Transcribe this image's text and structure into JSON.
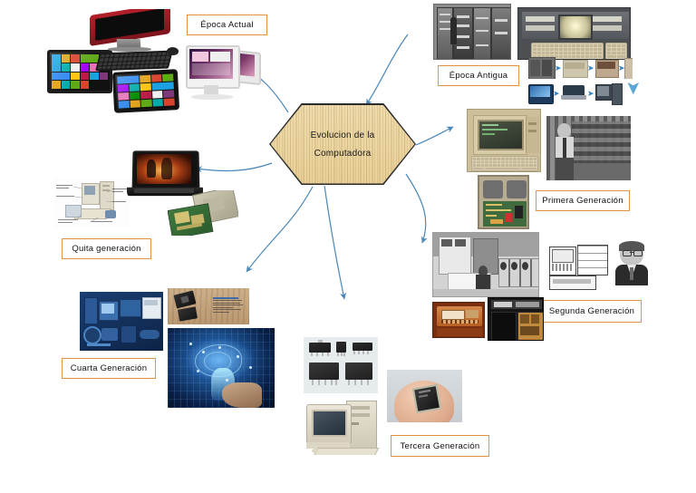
{
  "document": {
    "title": "Evolucion de la Computadora",
    "type": "mind-map",
    "background": "#ffffff",
    "accent_border": "#df9344",
    "arrow_color": "#4a87b8",
    "hexagon_fill": "#ecd7a4",
    "hexagon_border": "#2b2b2b"
  },
  "center": {
    "line1": "Evolucion de la",
    "line2": "Computadora"
  },
  "labels": [
    {
      "id": "epoca-actual",
      "text": "Época Actual"
    },
    {
      "id": "epoca-antigua",
      "text": "Época Antigua"
    },
    {
      "id": "primera-generacion",
      "text": "Primera Generación"
    },
    {
      "id": "segunda-generacion",
      "text": "Segunda Generación"
    },
    {
      "id": "tercera-generacion",
      "text": "Tercera Generación"
    },
    {
      "id": "cuarta-generacion",
      "text": "Cuarta Generación"
    },
    {
      "id": "quinta-generacion",
      "text": "Quita generación"
    }
  ],
  "clusters": {
    "epoca_actual": {
      "label": "Época Actual",
      "images": [
        "windows-8-tablet-landscape",
        "red-all-in-one-monitor-with-keyboard",
        "windows-8-tablet-tiles",
        "white-imac-all-in-one-pair"
      ]
    },
    "epoca_antigua": {
      "label": "Época Antigua",
      "images": [
        "black-and-white-mainframe-cabinets",
        "vintage-terminal-with-keyboard",
        "computer-evolution-timeline-strip"
      ]
    },
    "primera": {
      "label": "Primera Generación",
      "images": [
        "beige-vintage-personal-computer",
        "black-and-white-man-beside-vacuum-tube-computer",
        "vintage-circuit-chassis"
      ]
    },
    "segunda": {
      "label": "Segunda Generación",
      "images": [
        "mainframe-room-with-operator",
        "line-art-transistor-computer",
        "portrait-of-engineer",
        "orange-transistor-console",
        "black-mainframe-cabinet"
      ]
    },
    "tercera": {
      "label": "Tercera Generación",
      "images": [
        "integrated-circuit-components",
        "microchip-on-fingertip",
        "beige-desktop-pc-with-crt"
      ]
    },
    "cuarta": {
      "label": "Cuarta Generación",
      "images": [
        "blue-peripherals-collage",
        "microprocessor-on-wood-plaque",
        "blue-fiber-optic-brain-hand"
      ]
    },
    "quinta": {
      "label": "Quita generación",
      "images": [
        "labeled-computer-parts-diagram",
        "gaming-laptop-with-glowing-screen",
        "cpu-processors-pair"
      ]
    }
  },
  "arrows": {
    "count": 7,
    "color": "#4a87b8",
    "style": "thin curved with arrowhead"
  }
}
